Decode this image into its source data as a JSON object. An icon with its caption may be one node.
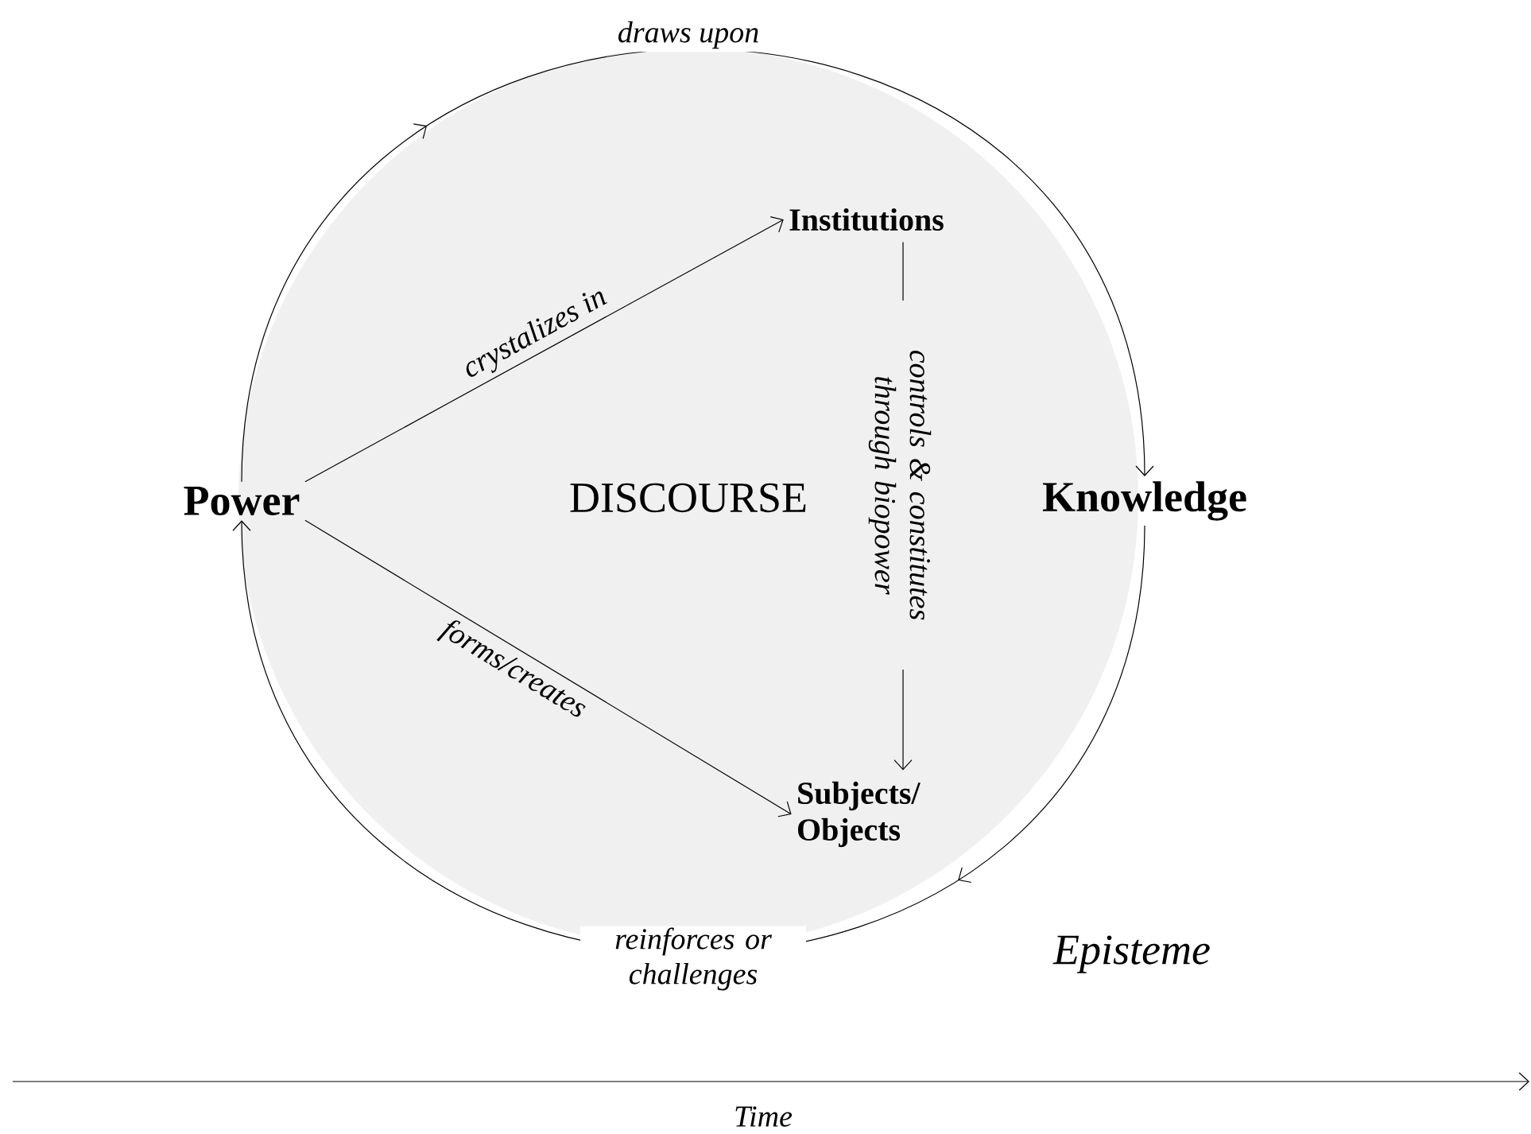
{
  "diagram": {
    "nodes": [
      {
        "text": [
          "DISCOURSE"
        ]
      },
      {
        "text": [
          "Power"
        ]
      },
      {
        "text": [
          "Knowledge"
        ]
      },
      {
        "text": [
          "Institutions"
        ],
        "in": 0
      },
      {
        "text": [
          "Subjects/ Objects"
        ],
        "in": 0
      }
    ],
    "edges": [
      {
        "from": 1,
        "to": 2,
        "arrow": "to",
        "label": "draws upon"
      },
      {
        "from": 1,
        "to": 3,
        "arrow": "to",
        "label": "crystalizes in"
      },
      {
        "from": 3,
        "to": 4,
        "arrow": "to",
        "label": "controls & constitutes through biopower"
      },
      {
        "from": 1,
        "to": 4,
        "arrow": "to",
        "label": "forms/creates"
      },
      {
        "from": 2,
        "to": 1,
        "arrow": "to",
        "label": "reinforces or challenges"
      }
    ],
    "labels": [
      "Episteme",
      "Time"
    ]
  }
}
